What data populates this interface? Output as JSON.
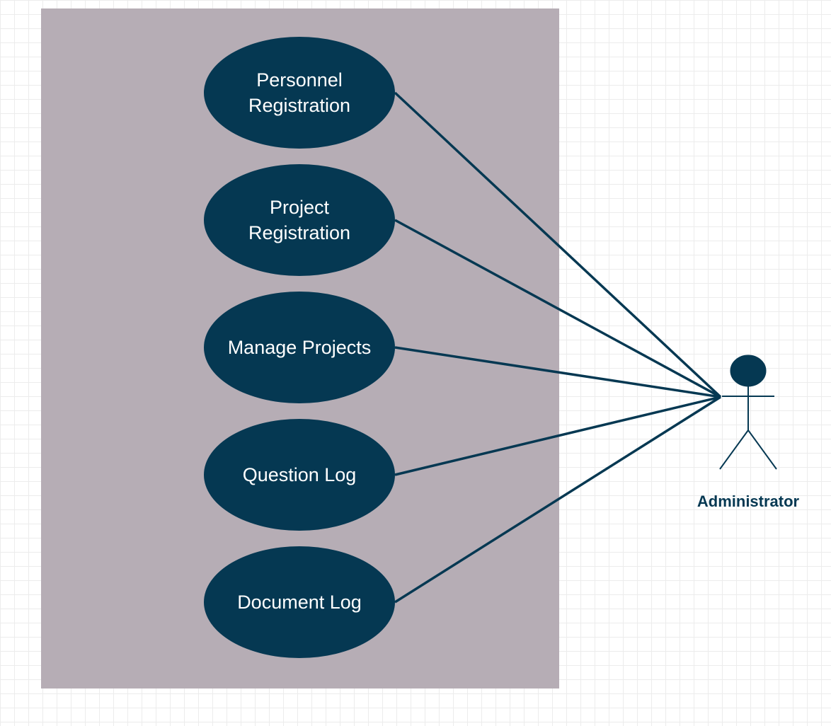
{
  "colors": {
    "system_boundary": "#b6adb5",
    "use_case_fill": "#053852",
    "use_case_text": "#ffffff",
    "connector": "#053852",
    "actor": "#053852",
    "background": "#ffffff",
    "grid": "#ececec"
  },
  "use_cases": [
    {
      "id": "personnel-registration",
      "lines": [
        "Personnel",
        "Registration"
      ]
    },
    {
      "id": "project-registration",
      "lines": [
        "Project",
        "Registration"
      ]
    },
    {
      "id": "manage-projects",
      "lines": [
        "Manage Projects"
      ]
    },
    {
      "id": "question-log",
      "lines": [
        "Question Log"
      ]
    },
    {
      "id": "document-log",
      "lines": [
        "Document Log"
      ]
    }
  ],
  "actor": {
    "label": "Administrator",
    "icon": "stick-figure-actor-icon"
  },
  "associations": [
    {
      "from": "administrator",
      "to": "personnel-registration"
    },
    {
      "from": "administrator",
      "to": "project-registration"
    },
    {
      "from": "administrator",
      "to": "manage-projects"
    },
    {
      "from": "administrator",
      "to": "question-log"
    },
    {
      "from": "administrator",
      "to": "document-log"
    }
  ]
}
